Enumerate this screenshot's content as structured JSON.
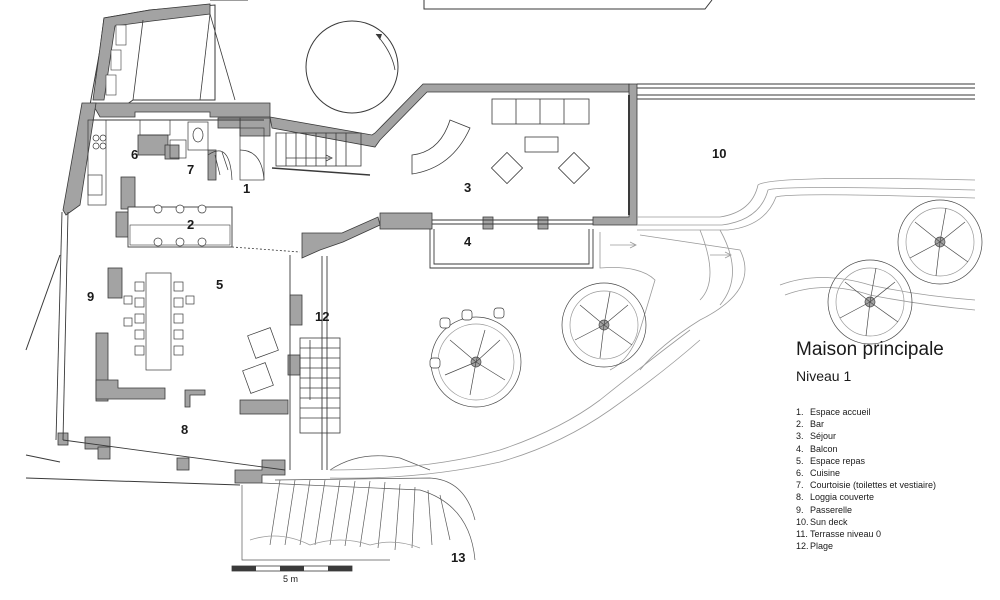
{
  "title": "Maison principale",
  "subtitle": "Niveau 1",
  "room_numbers": [
    "1",
    "2",
    "3",
    "4",
    "5",
    "6",
    "7",
    "8",
    "9",
    "10",
    "12",
    "13"
  ],
  "legend_items": [
    {
      "num": "1.",
      "label": "Espace accueil"
    },
    {
      "num": "2.",
      "label": "Bar"
    },
    {
      "num": "3.",
      "label": "Séjour"
    },
    {
      "num": "4.",
      "label": "Balcon"
    },
    {
      "num": "5.",
      "label": "Espace repas"
    },
    {
      "num": "6.",
      "label": "Cuisine"
    },
    {
      "num": "7.",
      "label": "Courtoisie (toilettes et vestiaire)"
    },
    {
      "num": "8.",
      "label": "Loggia couverte"
    },
    {
      "num": "9.",
      "label": "Passerelle"
    },
    {
      "num": "10.",
      "label": "Sun deck"
    },
    {
      "num": "11.",
      "label": "Terrasse niveau 0"
    },
    {
      "num": "12.",
      "label": "Plage"
    }
  ],
  "scale_label": "5 m",
  "colors": {
    "wall": "#a3a3a3",
    "line": "#3a3a3a",
    "light_line": "#9a9a9a",
    "text": "#1a1a1a"
  }
}
